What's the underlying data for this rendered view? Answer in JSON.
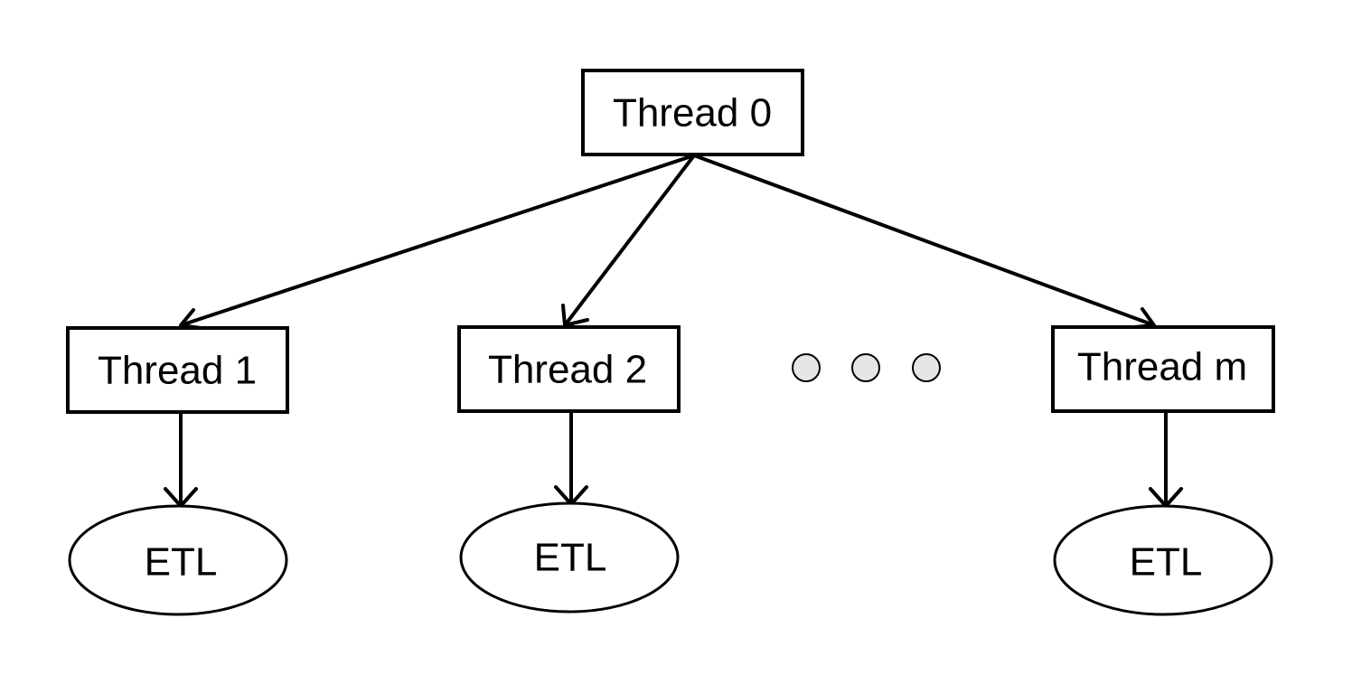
{
  "diagram": {
    "nodes": {
      "thread_0": {
        "label": "Thread 0"
      },
      "thread_1": {
        "label": "Thread 1"
      },
      "thread_2": {
        "label": "Thread 2"
      },
      "thread_m": {
        "label": "Thread m"
      },
      "etl_1": {
        "label": "ETL"
      },
      "etl_2": {
        "label": "ETL"
      },
      "etl_m": {
        "label": "ETL"
      }
    },
    "edges": [
      {
        "from": "thread_0",
        "to": "thread_1"
      },
      {
        "from": "thread_0",
        "to": "thread_2"
      },
      {
        "from": "thread_0",
        "to": "thread_m"
      },
      {
        "from": "thread_1",
        "to": "etl_1"
      },
      {
        "from": "thread_2",
        "to": "etl_2"
      },
      {
        "from": "thread_m",
        "to": "etl_m"
      }
    ],
    "colors": {
      "stroke": "#000000",
      "fill": "#ffffff",
      "ellipsis_dot": "#e6e6e6"
    }
  }
}
